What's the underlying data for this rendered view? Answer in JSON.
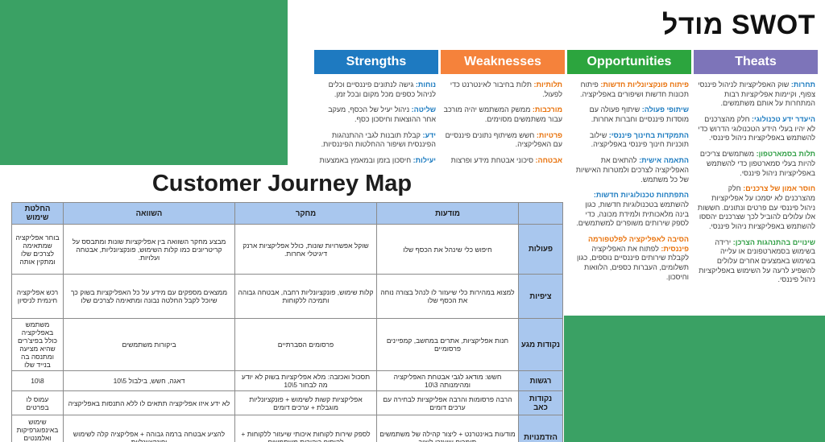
{
  "colors": {
    "background_green": "#3aa164",
    "strengths_blue": "#1e7ac1",
    "weaknesses_orange": "#f5823b",
    "opportunities_green": "#2ca53e",
    "threats_purple": "#7d74b9",
    "lead_blue": "#1c7bc0",
    "lead_orange": "#e8710a",
    "lead_green": "#2f9e44",
    "cjm_header_blue": "#a9c7ee"
  },
  "swot": {
    "title": "מודל SWOT",
    "columns": [
      {
        "header": "Strengths",
        "items": [
          {
            "term": "נוחות:",
            "text": "גישה לנתונים פיננסיים וכלים לניהול כספים מכל מקום ובכל זמן."
          },
          {
            "term": "שליטה:",
            "text": "ניהול יעיל של הכסף, מעקב אחר ההוצאות וחיסכון כסף."
          },
          {
            "term": "ידע:",
            "text": "קבלת תובנות לגבי ההתנהגות הפיננסית ושיפור ההחלטות הפיננסיות."
          },
          {
            "term": "יעילות:",
            "text": "חיסכון בזמן ובמאמץ באמצעות אוטומציה של פעולות."
          }
        ]
      },
      {
        "header": "Weaknesses",
        "items": [
          {
            "term": "תלותיות:",
            "text": "תלות בחיבור לאינטרנט כדי לפעול."
          },
          {
            "term": "מורכבות:",
            "text": "ממשק המשתמש יהיה מורכב עבור משתמשים מסוימים."
          },
          {
            "term": "פרטיות:",
            "text": "חשש משיתוף נתונים פיננסיים עם האפליקציה."
          },
          {
            "term": "אבטחה:",
            "text": "סיכוני אבטחת מידע ופרצות אפשריות."
          }
        ]
      },
      {
        "header": "Opportunities",
        "items": [
          {
            "term": "פיתוח פונקציונליות חדשות:",
            "text": "פיתוח תכונות חדשות ושיפורים באפליקציה."
          },
          {
            "term": "שיתופי פעולה:",
            "text": "שיתוף פעולה עם מוסדות פיננסיים וחברות אחרות."
          },
          {
            "term": "התמקדות בחינוך פיננסי:",
            "text": "שילוב תוכניות חינוך פיננסי באפליקציה."
          },
          {
            "term": "התאמה אישית:",
            "text": "להתאים את האפליקציה לצרכים ולמטרות האישיות של כל משתמש."
          },
          {
            "term": "התפתחות טכנולוגיות חדשות:",
            "text": "להשתמש בטכנולוגיות חדשות, כגון בינה מלאכותית ולמידת מכונה, כדי לספק שירותים משופרים למשתמשים."
          },
          {
            "term": "הסיבה לאפליקציה לפלטפורמה פיננסית:",
            "text": "לפתוח את האפליקציה לקבלת שירותים פיננסיים נוספים, כגון תשלומים, העברות כספים, הלוואות וחיסכון."
          }
        ]
      },
      {
        "header": "Theats",
        "items": [
          {
            "term": "תחרות:",
            "text": "שוק האפליקציות לניהול פיננסי צפוף, וקיימות אפליקציות רבות המתחרות על אותם משתמשים."
          },
          {
            "term": "היעדר ידע טכנולוגי:",
            "text": "חלק מהצרכנים לא יהיו בעלי הידע הטכנולוגי הדרוש כדי להשתמש באפליקציות ניהול פיננסי."
          },
          {
            "term": "תלות בסמארטפון:",
            "text": "משתמשים צריכים להיות בעלי סמארטפון כדי להשתמש באפליקציות ניהול פיננסי."
          },
          {
            "term": "חוסר אמון של צרכנים:",
            "text": "חלק מהצרכנים לא יסמכו על אפליקציות ניהול פיננסי עם פרטים ונתונים. חששות אלו עלולים להוביל לכך שצרכנים יהססו להשתמש באפליקציות ניהול פיננסי."
          },
          {
            "term": "שינויים בהתנהגות הצרכן:",
            "text": "ירידה בשימוש בסמארטפונים או עלייה בשימוש באמצעים אחרים עלולים להשפיע לרעה על השימוש באפליקציות ניהול פיננסי."
          }
        ]
      }
    ]
  },
  "cjm": {
    "title": "Customer Journey Map",
    "columns": [
      "מודעות",
      "מחקר",
      "השוואה",
      "החלטת שימוש"
    ],
    "rows": [
      {
        "label": "פעולות",
        "cells": [
          "חיפוש כלי שינהל את הכסף שלו",
          "שוקל אפשרויות שונות, כולל אפליקציות ארנק דיגיטלי אחרות.",
          "מבצע מחקר השוואה בין אפליקציות שונות ומתבסס על קריטריונים כמו קלות השימוש, פונקציונליות, אבטחה ועלויות.",
          "בוחר אפליקציה שמתאימה לצרכים שלו ומתקין אותה"
        ]
      },
      {
        "label": "ציפיות",
        "cells": [
          "למצוא במהירות כלי שיעזור לו לנהל בצורה נוחה את הכסף שלו",
          "קלות שימוש, פונקציונליות רחבה, אבטחה גבוהה ותמיכה ללקוחות",
          "ממצאים מספקים עם מידע על כל האפליקציות בשוק כך שיוכל לקבל החלטה נבונה ומתאימה לצרכים שלו",
          "רכש אפליקציה חינמית לניסיון"
        ]
      },
      {
        "label": "נקודות מגע",
        "cells": [
          "חנות אפליקציות, אתרים במחשב, קמפיינים פרסומיים",
          "פרסומים הסברתיים",
          "ביקורות משתמשים",
          "משתמש באפליקציה כולל בפיצ'רים שהיא מציעה ומתנסה בה בנייד שלו"
        ]
      },
      {
        "label": "רגשות",
        "cells": [
          "חשש: מודאג לגבי אבטחת האפליקציה ומהימנותה 3\\10",
          "תסכול ואכזבה: מלא אפליקציות בשוק לא יודע מה לבחור 5\\10",
          "דאגה, חשש, בילבול 5\\10",
          "8\\10"
        ]
      },
      {
        "label": "נקודות כאב",
        "cells": [
          "הרבה פרסומות והרבה אפליקציות לבחירה עם ערכים דומים",
          "אפליקציות קשות לשימוש + פונקציונליות מוגבלת + ערכים דומים",
          "לא ידע איזו אפליקציה תתאים לו ללא התנסות באפליקציה",
          "עמוס לו בפרטים"
        ]
      },
      {
        "label": "הזדמנויות",
        "cells": [
          "מודעות באינטרנט + ליצור קהילה של משתמשים תומכים שיעזרו ליצור",
          "לספק שירות לקוחות איכותי שיעזור ללקוחות + להוסיף ביקורות משתמשים",
          "להציע אבטחה ברמה גבוהה + אפליקציה קלה לשימוש ופונקציונליות",
          "שימוש באינפוגרפיקות ואלמנטים חזותיים כמו גרפים וטבלאות"
        ]
      }
    ]
  }
}
